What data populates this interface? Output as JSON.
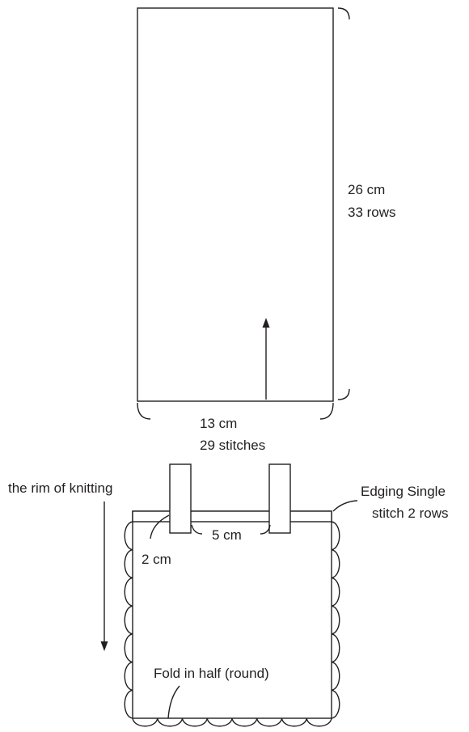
{
  "panel": {
    "height_cm": "26 cm",
    "height_rows": "33 rows",
    "width_cm": "13 cm",
    "width_stitches": "29 stitches"
  },
  "bag": {
    "rim_label": "the rim of knitting",
    "edging_line1": "Edging Single",
    "edging_line2": "stitch 2 rows",
    "strap_gap": "5 cm",
    "strap_inset": "2 cm",
    "fold_label": "Fold in half (round)"
  },
  "colors": {
    "ink": "#231f20",
    "paper": "#ffffff"
  }
}
